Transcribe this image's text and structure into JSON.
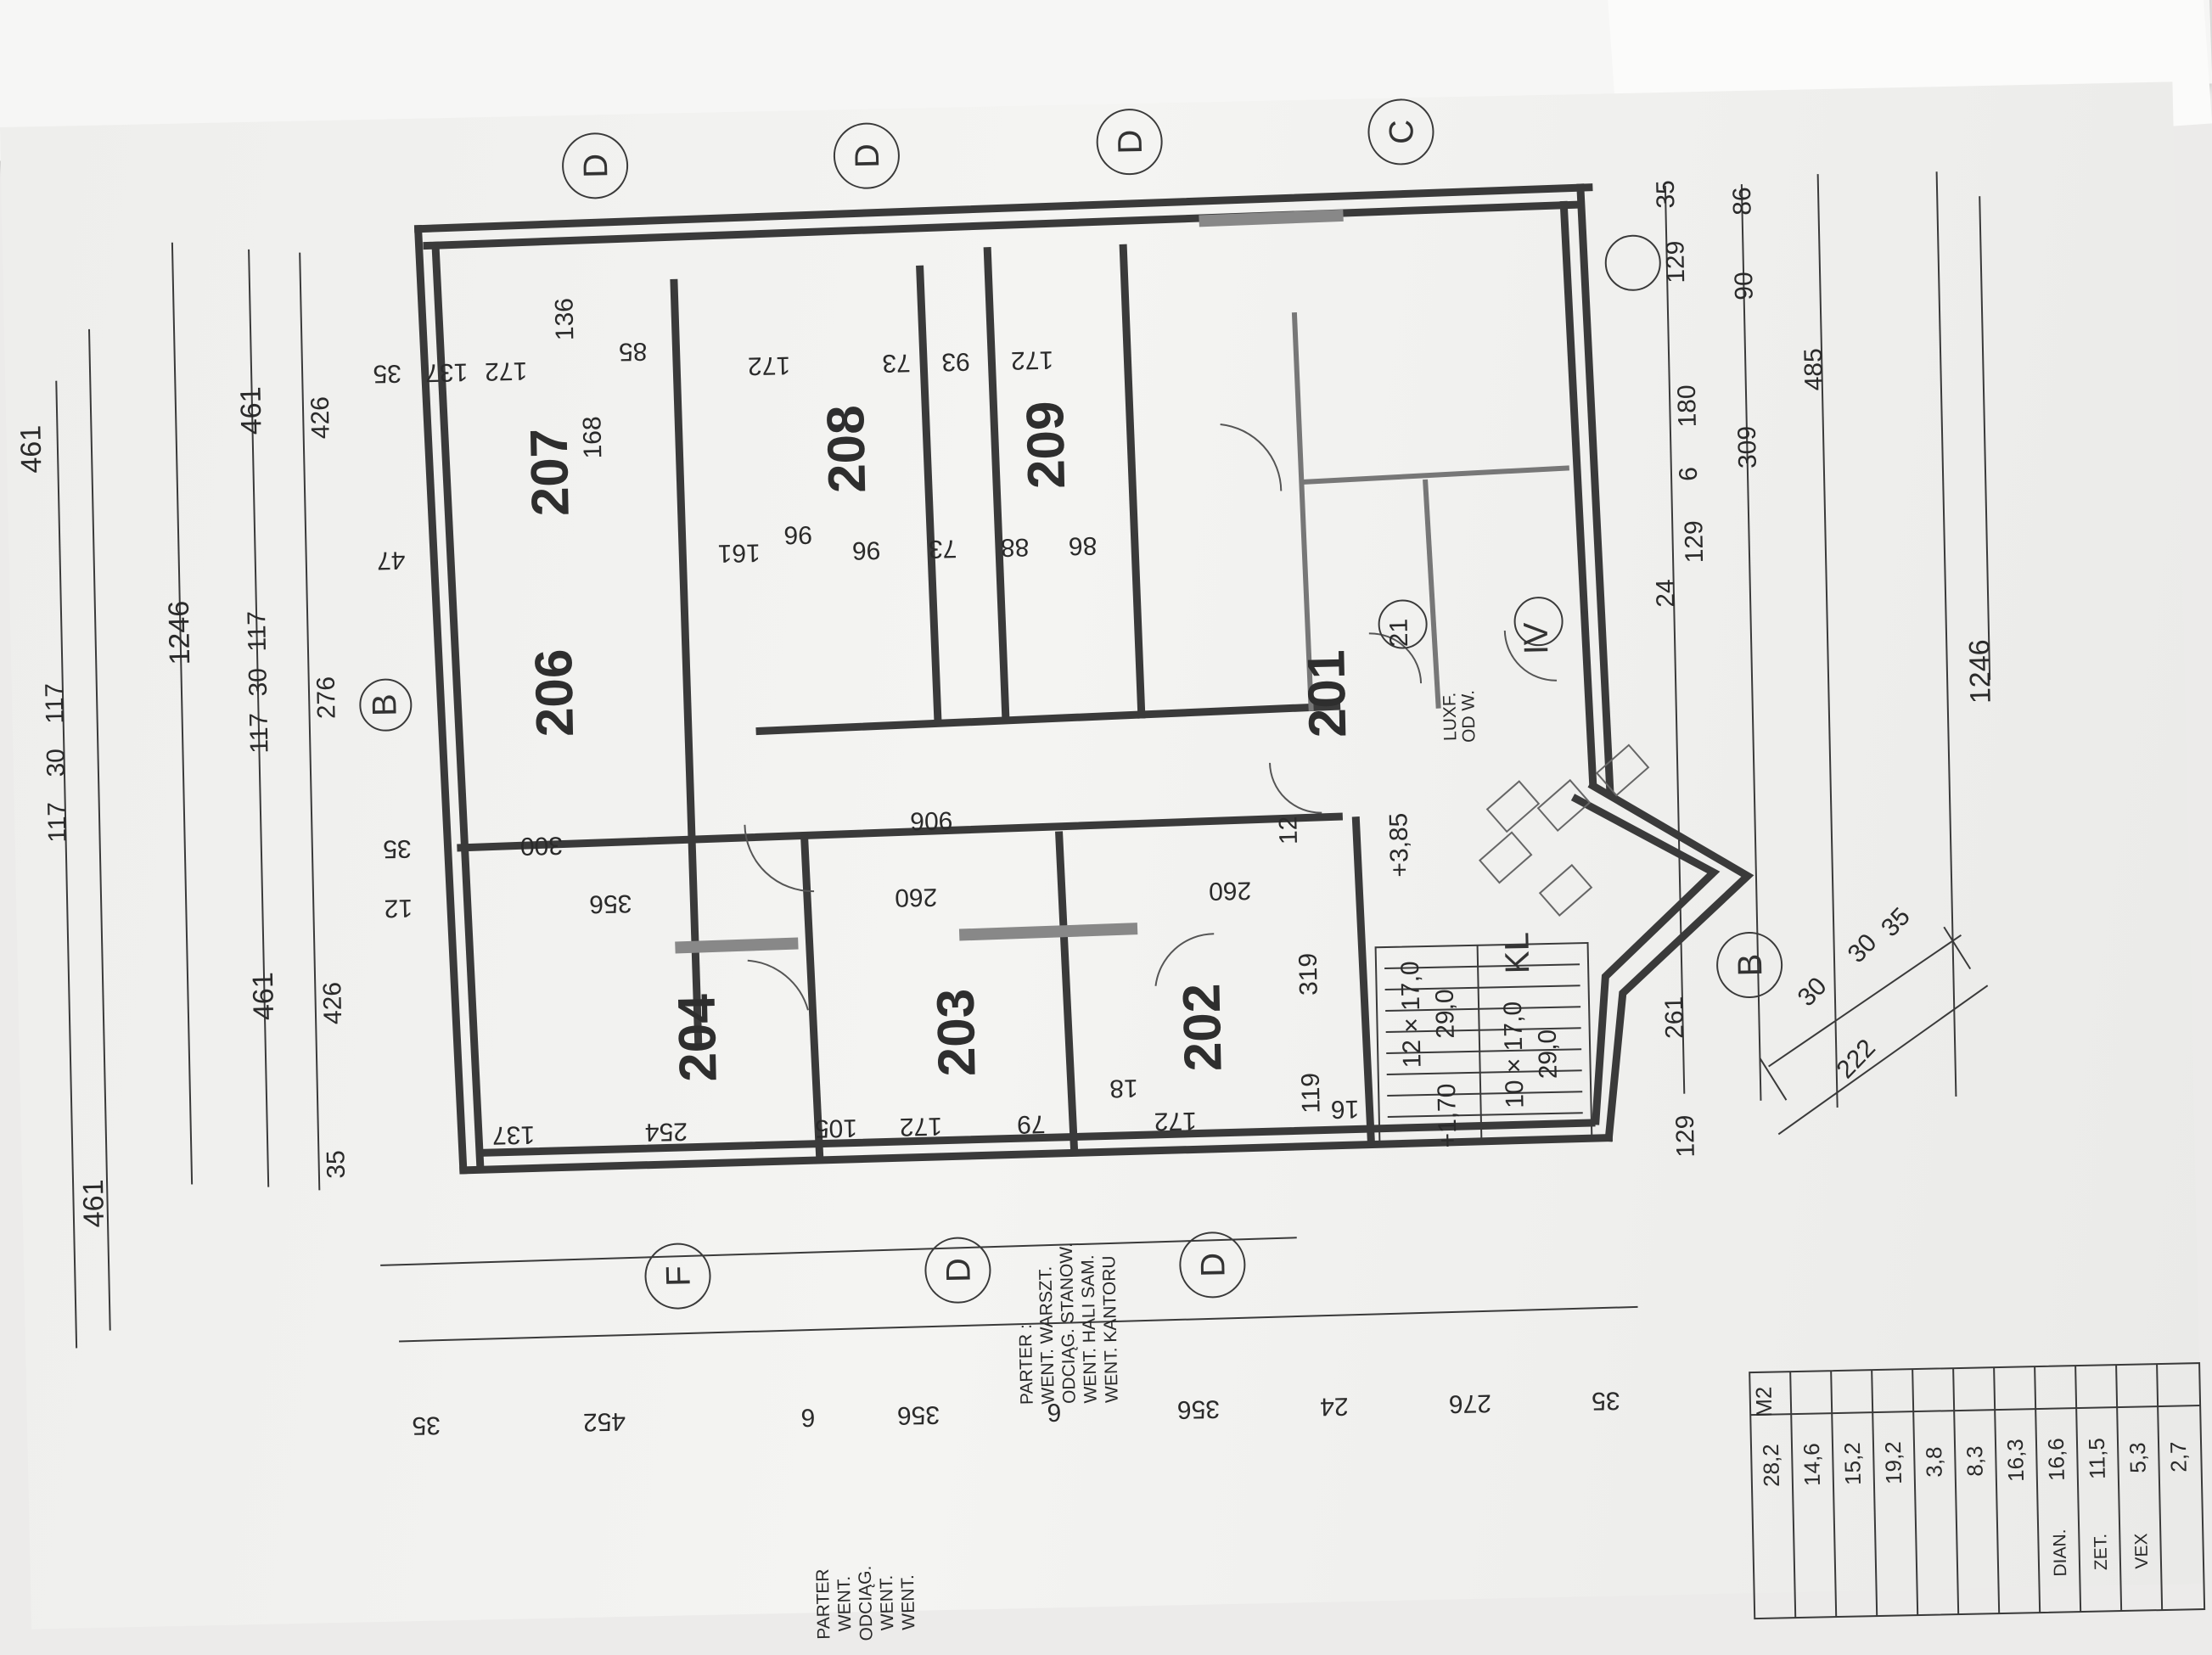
{
  "sheet": {
    "paper": "#f3f3f1",
    "ink": "#2c2c2c",
    "wall": "#3a3a3a"
  },
  "rooms": [
    {
      "id": "207",
      "label": "207"
    },
    {
      "id": "206",
      "label": "206"
    },
    {
      "id": "208",
      "label": "208"
    },
    {
      "id": "209",
      "label": "209"
    },
    {
      "id": "201",
      "label": "201"
    },
    {
      "id": "204",
      "label": "204"
    },
    {
      "id": "203",
      "label": "203"
    },
    {
      "id": "202",
      "label": "202"
    }
  ],
  "axis_markers": [
    "D",
    "D",
    "D",
    "C",
    "B",
    "B",
    "F",
    "D",
    "D"
  ],
  "dimensions": {
    "top_left_column": [
      "461",
      "1246",
      "461",
      "117",
      "30",
      "117",
      "461",
      "426",
      "276",
      "426",
      "35",
      "35",
      "35"
    ],
    "top_row": [
      "461",
      "117",
      "30",
      "117",
      "461"
    ],
    "room207": [
      "137",
      "172",
      "136",
      "85",
      "168",
      "47",
      "161",
      "96",
      "35"
    ],
    "room208": [
      "172",
      "73",
      "96",
      "73"
    ],
    "room209": [
      "93",
      "172",
      "88",
      "86"
    ],
    "room206": [
      "300",
      "906",
      "35"
    ],
    "room204": [
      "356",
      "137",
      "254",
      "12"
    ],
    "room203": [
      "260",
      "105",
      "172",
      "79"
    ],
    "room202": [
      "260",
      "172",
      "18",
      "119",
      "319",
      "16",
      "12"
    ],
    "bottom_col": [
      "35",
      "452",
      "6",
      "356",
      "6",
      "356",
      "24",
      "276",
      "35"
    ],
    "right_col": [
      "35",
      "129",
      "86",
      "90",
      "180",
      "485",
      "309",
      "6",
      "129",
      "24",
      "1246",
      "261",
      "129"
    ],
    "stairs": [
      "12 × 17,0",
      "29,0",
      "10 × 17,0",
      "29,0",
      "+1,70",
      "222",
      "30",
      "30",
      "35",
      "KL"
    ],
    "level": "+3,85"
  },
  "corridor_labels": {
    "luxfer": "LUXF.",
    "luxfer_sub": "OD W.",
    "room_iv": "IV",
    "marker_21": "21"
  },
  "notes": {
    "title": "PARTER :",
    "lines": [
      "WENT. WARSZT.",
      "ODCIĄG. STANOW.",
      "WENT. HALI SAM.",
      "WENT. KANTORU"
    ]
  },
  "table": {
    "header": "M2",
    "values": [
      "28,2",
      "14,6",
      "15,2",
      "19,2",
      "3,8",
      "8,3",
      "16,3",
      "16,6",
      "11,5",
      "5,3",
      "2,7"
    ],
    "row_labels": [
      "",
      "",
      "",
      "",
      "",
      "",
      "",
      "DIAN.",
      "ZET.",
      "VEX",
      ""
    ]
  },
  "margin_left": [
    "PARTER",
    "WENT.",
    "ODCIĄG.",
    "WENT.",
    "WENT."
  ]
}
